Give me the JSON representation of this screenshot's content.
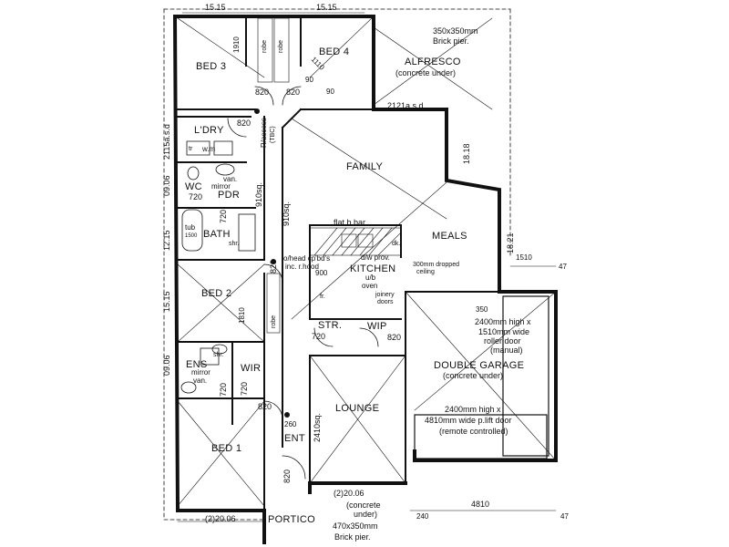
{
  "rooms": {
    "bed3": "BED 3",
    "bed4": "BED 4",
    "alfresco": "ALFRESCO",
    "alfresco_note": "(concrete under)",
    "ldry": "L'DRY",
    "family": "FAMILY",
    "meals": "MEALS",
    "kitchen": "KITCHEN",
    "wc": "WC",
    "pdr": "PDR",
    "bath": "BATH",
    "bed2": "BED 2",
    "str": "STR.",
    "wip": "WIP",
    "double_garage": "DOUBLE GARAGE",
    "garage_note": "(concrete under)",
    "ens": "ENS",
    "wir": "WIR",
    "lounge": "LOUNGE",
    "bed1": "BED 1",
    "ent": "ENT",
    "portico": "PORTICO"
  },
  "fixtures": {
    "robe_left": "robe",
    "robe_right": "robe",
    "robe_bed2": "robe",
    "wm": "w.m",
    "tr": "tr",
    "van_mirror_wc": "van.",
    "mirror_wc": "mirror",
    "tub": "tub",
    "tub_len": "1500",
    "shr_bath": "shr.",
    "shr_ens": "shr.",
    "ens_mirror": "mirror",
    "ens_van": "van.",
    "flat_bbar": "flat b.bar",
    "dk": "dk.",
    "dw_prov": "d/w prov.",
    "ub_oven": "u/b",
    "oven": "oven",
    "fr": "fr.",
    "joinery": "joinery",
    "doors": "doors",
    "o_head": "o/head cp'bd's",
    "r_hood": "inc. r.hood",
    "ceiling": "300mm dropped",
    "ceiling2": "ceiling",
    "r_access": "R/access",
    "tbc": "(TBC)"
  },
  "notes": {
    "alfresco_pier_1": "350x350mm",
    "alfresco_pier_2": "Brick pier.",
    "garage_door_top_1": "2400mm high x",
    "garage_door_top_2": "1510mm wide",
    "garage_door_top_3": "roller door",
    "garage_door_top_4": "(manual)",
    "garage_door_main_1": "2400mm high x",
    "garage_door_main_2": "4810mm wide p.lift door",
    "garage_door_main_3": "(remote controlled)",
    "portico_note_1": "(concrete",
    "portico_note_2": "under)",
    "portico_pier_1": "470x350mm",
    "portico_pier_2": "Brick pier."
  },
  "dims": {
    "top_left": "15.15",
    "top_right": "15.15",
    "d1910": "1910",
    "d1110": "1110",
    "d90a": "90",
    "d90b": "90",
    "d820_bed3": "820",
    "d820_bed4": "820",
    "d2121": "2121a.s.d",
    "d820_ldry": "820",
    "d2115": "2115a.s.d",
    "d18_18": "18.18",
    "d09_06_top": "09.06",
    "d720_wc": "720",
    "d720_pdr": "720",
    "d910sq_a": "910sq.",
    "d910sq_b": "910sq.",
    "d12_15": "12.15",
    "d18_21": "18.21",
    "d1510": "1510",
    "d47a": "47",
    "d820_bed2": "820",
    "d900": "900",
    "d15_15": "15.15",
    "d1810": "1810",
    "d350": "350",
    "d720_str": "720",
    "d820_wip": "820",
    "d09_06_bot": "09.06",
    "d720_ens": "720",
    "d720_wir": "720",
    "d820_ent": "820",
    "d260": "260",
    "d2410": "2410sq.",
    "d820_bed1": "820",
    "d2_20_06_a": "(2)20.06",
    "d2_20_06_b": "(2)20.06",
    "d4810": "4810",
    "d240": "240",
    "d47b": "47"
  }
}
